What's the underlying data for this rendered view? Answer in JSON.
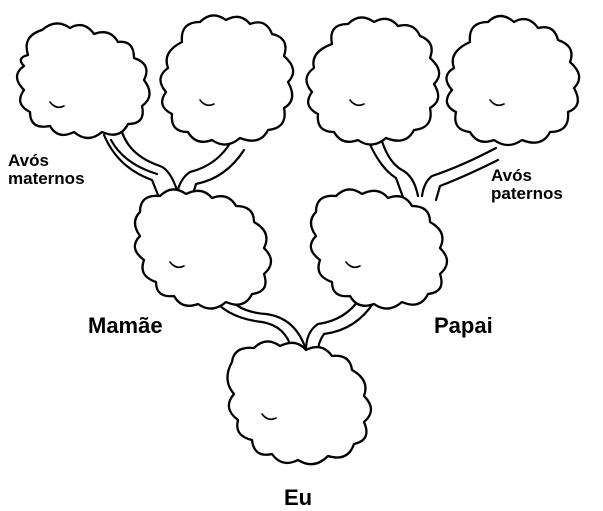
{
  "labels": {
    "maternal_grandparents": [
      "Avós",
      "maternos"
    ],
    "paternal_grandparents": [
      "Avós",
      "paternos"
    ],
    "mother": "Mamãe",
    "father": "Papai",
    "me": "Eu"
  },
  "colors": {
    "line": "#000000",
    "fill": "#ffffff"
  }
}
